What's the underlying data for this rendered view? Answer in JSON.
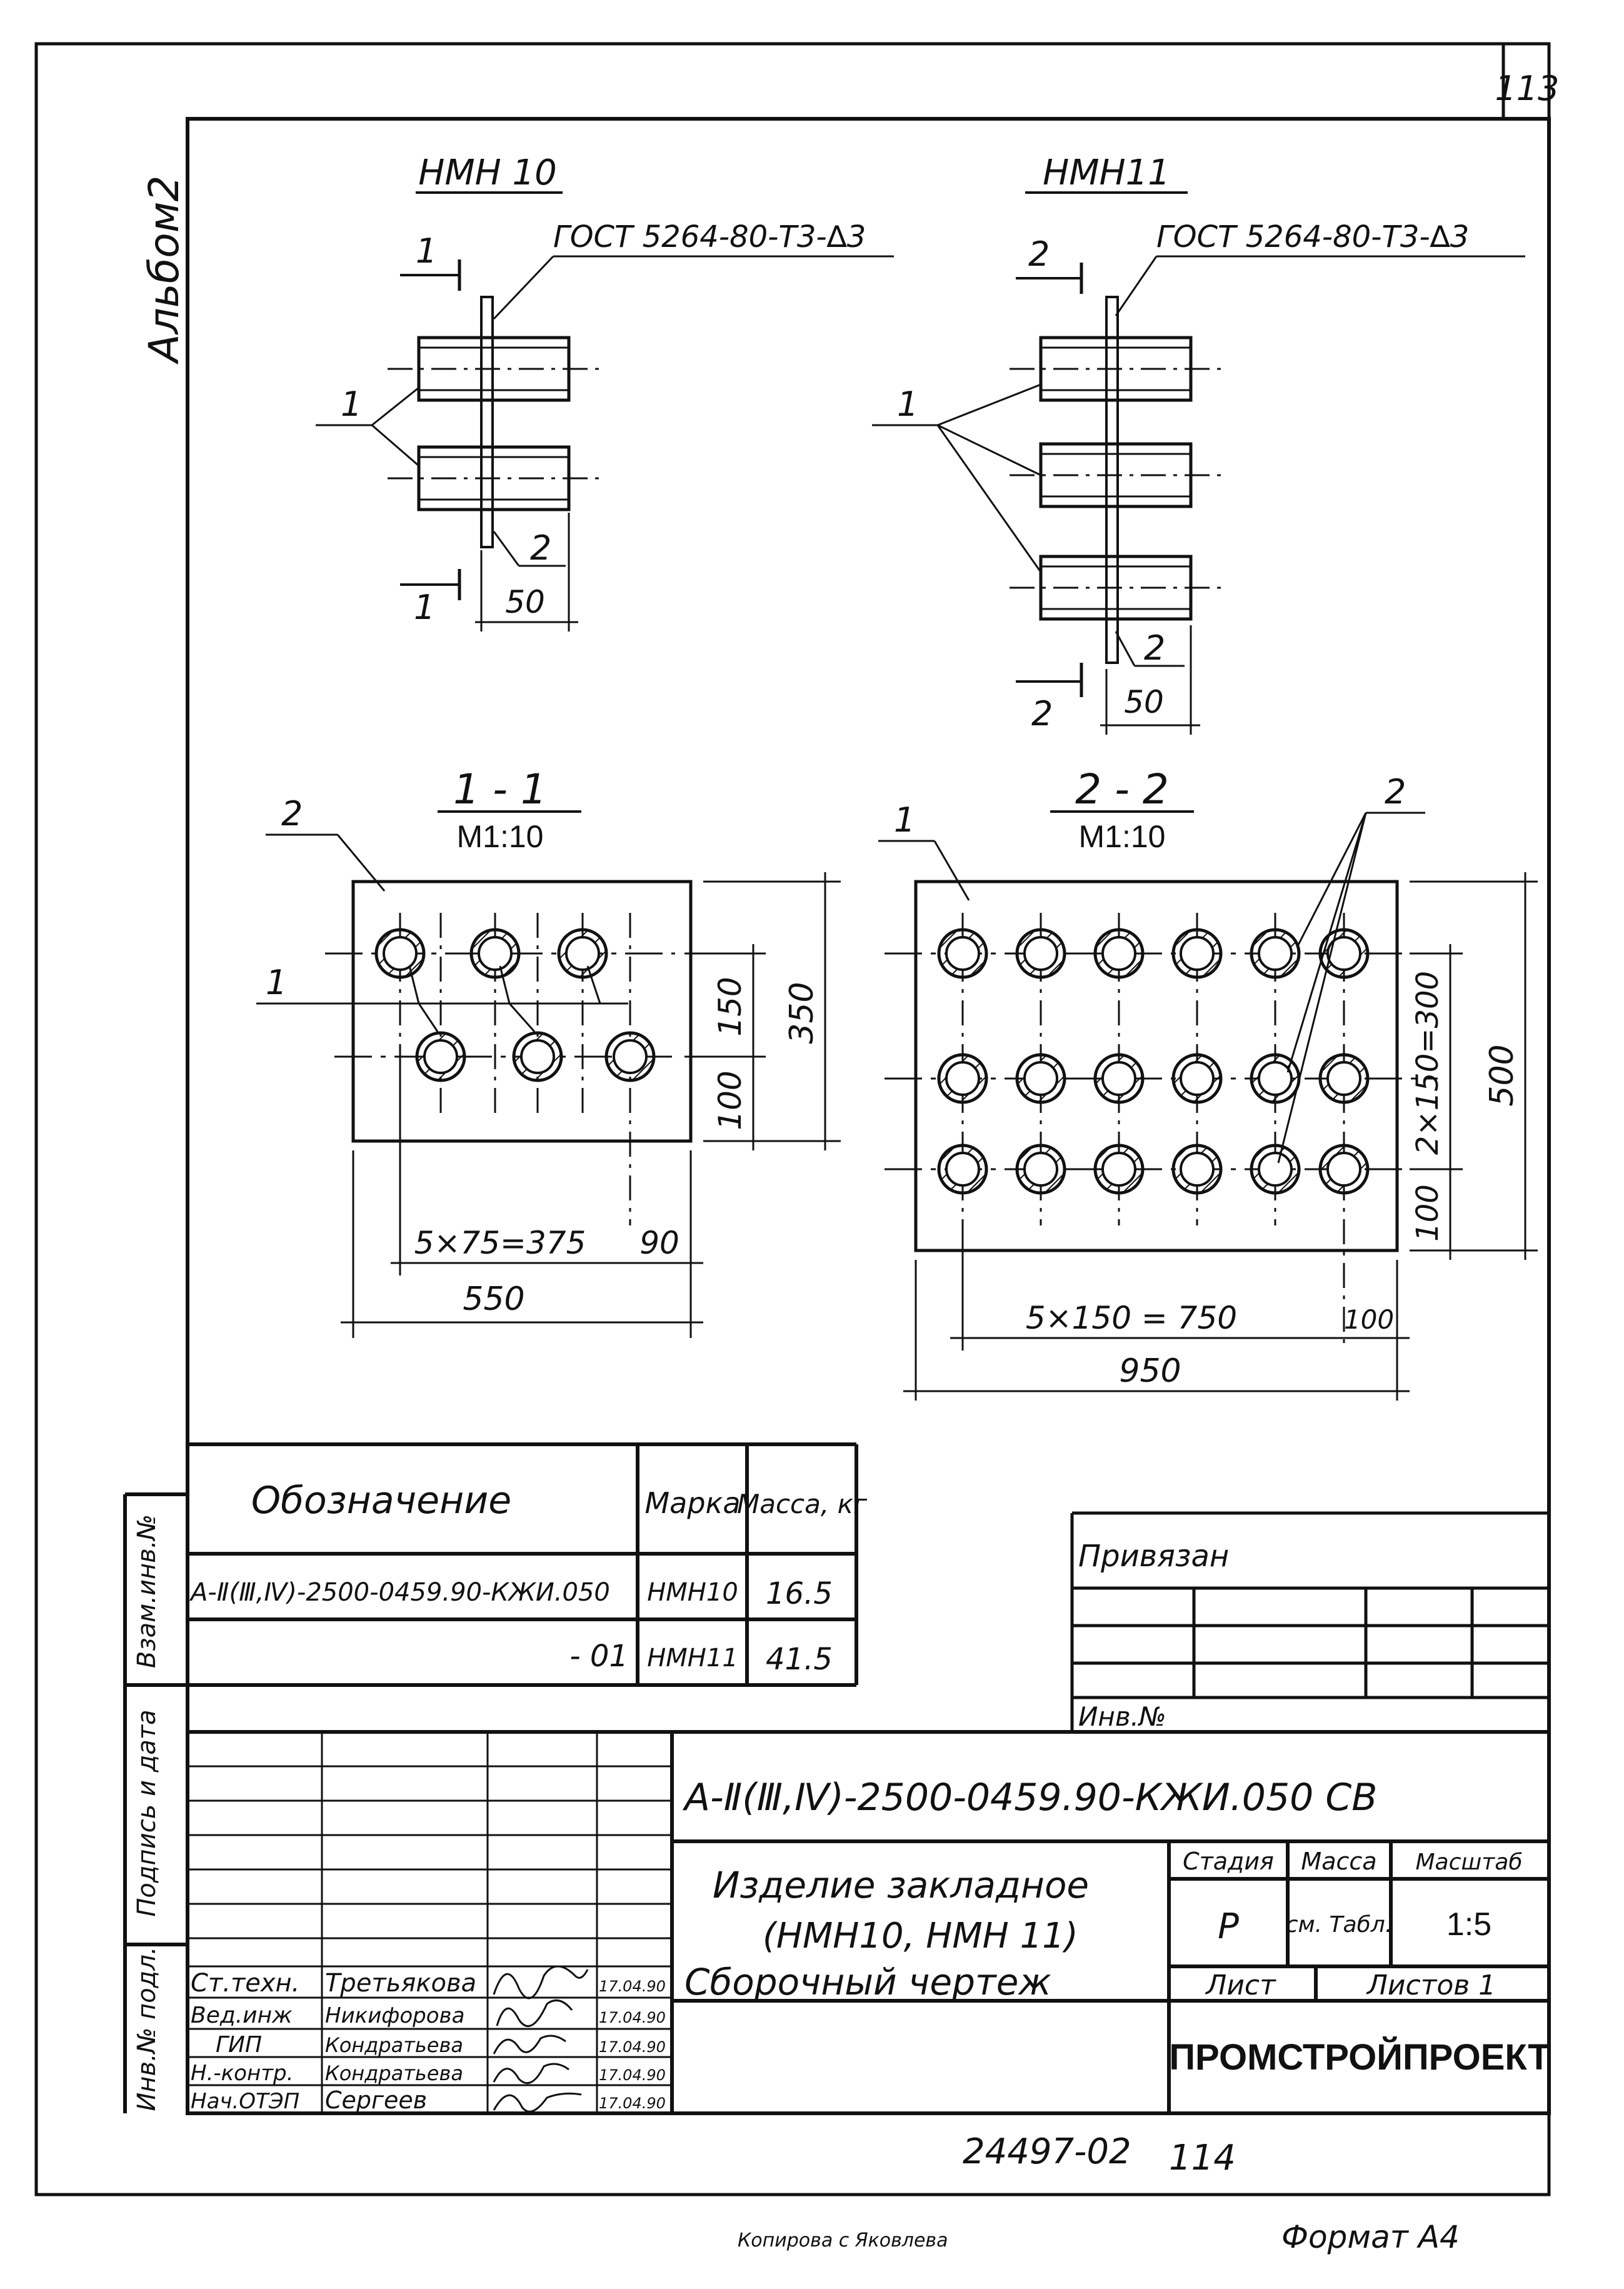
{
  "sheet_number": "113",
  "album_label": "Альбом2",
  "views": {
    "nmn10": {
      "title": "НМН 10",
      "weld": "ГОСТ 5264-80-Т3-∆3",
      "pos1": "1",
      "pos2": "2",
      "sec_mark": "1",
      "dim50": "50"
    },
    "nmn11": {
      "title": "НМН11",
      "weld": "ГОСТ 5264-80-Т3-∆3",
      "pos1": "1",
      "pos2": "2",
      "sec_mark": "2",
      "dim50": "50"
    },
    "sec11": {
      "title": "1 - 1",
      "scale": "М1:10",
      "pos1": "1",
      "pos2": "2",
      "dim_h1": "150",
      "dim_h2": "100",
      "dim_h_total": "350",
      "dim_pitch": "5×75=375",
      "dim_edge": "90",
      "dim_total": "550"
    },
    "sec22": {
      "title": "2 - 2",
      "scale": "М1:10",
      "pos1": "1",
      "pos2": "2",
      "dim_h1": "2×150=300",
      "dim_h2": "100",
      "dim_h_total": "500",
      "dim_pitch": "5×150 = 750",
      "dim_edge": "100",
      "dim_total": "950"
    }
  },
  "spec_table": {
    "headers": [
      "Обозначение",
      "Марка",
      "Масса, кг"
    ],
    "rows": [
      [
        "А-Ⅱ(Ⅲ,Ⅳ)-2500-0459.90-КЖИ.050",
        "НМН10",
        "16.5"
      ],
      [
        "- 01",
        "НМН11",
        "41.5"
      ]
    ]
  },
  "side_stamp": [
    "Взам.инв.№",
    "Подпись и дата",
    "Инв.№ подл."
  ],
  "privyazan": {
    "label": "Привязан",
    "inv_label": "Инв.№"
  },
  "title_block": {
    "designation": "А-Ⅱ(Ⅲ,Ⅳ)-2500-0459.90-КЖИ.050 СВ",
    "name_line1": "Изделие закладное",
    "name_line2": "(НМН10, НМН 11)",
    "name_line3": "Сборочный чертеж",
    "stage_h": "Стадия",
    "mass_h": "Масса",
    "scale_h": "Масштаб",
    "stage_v": "Р",
    "mass_v": "см. Табл.",
    "scale_v": "1:5",
    "sheet_h": "Лист",
    "sheets_h": "Листов 1",
    "org": "ПРОМСТРОЙПРОЕКТ",
    "signers": [
      {
        "role": "Ст.техн.",
        "name": "Третьякова",
        "date": "17.04.90"
      },
      {
        "role": "Вед.инж",
        "name": "Никифорова",
        "date": "17.04.90"
      },
      {
        "role": "ГИП",
        "name": "Кондратьева",
        "date": "17.04.90"
      },
      {
        "role": "Н.-контр.",
        "name": "Кондратьева",
        "date": "17.04.90"
      },
      {
        "role": "Нач.ОТЭП",
        "name": "Сергеев",
        "date": "17.04.90"
      }
    ]
  },
  "footer": {
    "stamp_code": "24497-02",
    "stamp_num": "114",
    "copied_by": "Копирова с Яковлева",
    "format": "Формат А4"
  }
}
